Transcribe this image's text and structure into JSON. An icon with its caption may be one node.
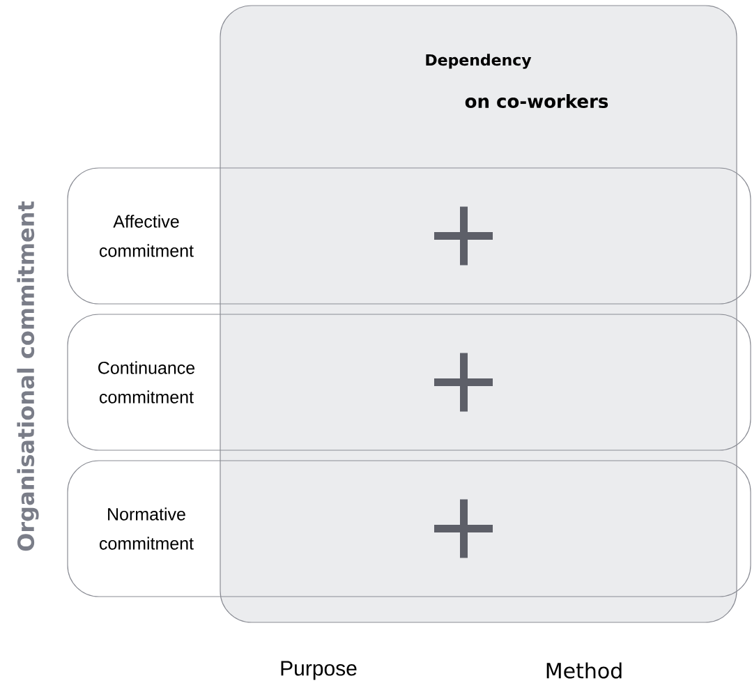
{
  "diagram": {
    "nodes": [
      {
        "text": [
          "Dependency",
          "on co-workers"
        ]
      },
      {
        "text": [
          "Affective commitment"
        ]
      },
      {
        "text": [
          "Continuance commitment"
        ]
      },
      {
        "text": [
          "Normative commitment"
        ]
      }
    ],
    "labels": [
      "Organisational commitment",
      "Purpose",
      "Method"
    ]
  }
}
